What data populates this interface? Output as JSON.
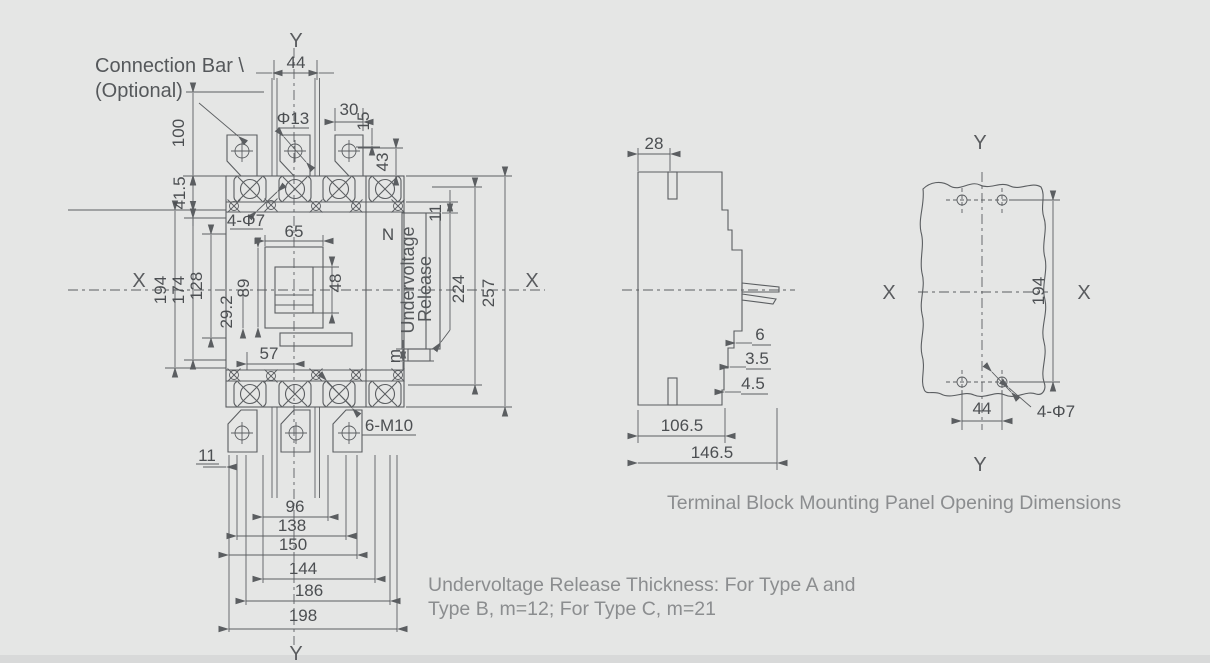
{
  "front_view": {
    "connection_bar_label_line1": "Connection Bar \\",
    "connection_bar_label_line2": "(Optional)",
    "axis_y_top": "Y",
    "axis_y_bottom": "Y",
    "axis_x_left": "X",
    "axis_x_right": "X",
    "neutral_pole_label": "N",
    "undervoltage_release_line1": "Undervoltage",
    "undervoltage_release_line2": "Release",
    "thickness_label": "m",
    "dims": {
      "d44": "44",
      "d100": "100",
      "phi13": "Φ13",
      "d30": "30",
      "d15": "15",
      "d43": "43",
      "d41_5": "41.5",
      "four_phi7": "4-Φ7",
      "d65": "65",
      "d48": "48",
      "d89": "89",
      "d194": "194",
      "d174": "174",
      "d128": "128",
      "d29_2": "29.2",
      "d57": "57",
      "d11_right": "11",
      "d224": "224",
      "d257": "257",
      "six_m10": "6-M10",
      "d11_left": "11",
      "d96": "96",
      "d138": "138",
      "d150": "150",
      "d144": "144",
      "d186": "186",
      "d198": "198"
    }
  },
  "side_view": {
    "dims": {
      "d28": "28",
      "d6": "6",
      "d3_5": "3.5",
      "d4_5": "4.5",
      "d106_5": "106.5",
      "d146_5": "146.5"
    }
  },
  "panel_view": {
    "axis_y_top": "Y",
    "axis_y_bottom": "Y",
    "axis_x_left": "X",
    "axis_x_right": "X",
    "dims": {
      "d194": "194",
      "d44": "44",
      "four_phi7": "4-Φ7"
    },
    "caption": "Terminal Block Mounting Panel Opening Dimensions"
  },
  "notes": {
    "line1": "Undervoltage Release Thickness: For Type A and",
    "line2": "Type B, m=12; For Type C, m=21"
  },
  "colors": {
    "background": "#e5e6e5",
    "line": "#5b5e61",
    "dim_text": "#4c4f52",
    "caption_text": "#8b8d8f"
  }
}
